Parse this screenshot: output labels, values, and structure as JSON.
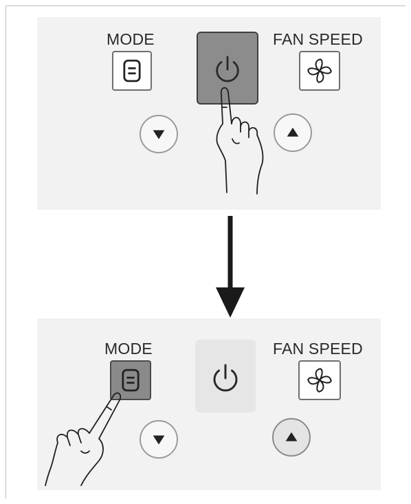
{
  "top_panel": {
    "mode_label": "MODE",
    "fan_speed_label": "FAN SPEED",
    "power_state": "pressed",
    "mode_state": "normal"
  },
  "arrow": {
    "direction": "down"
  },
  "bottom_panel": {
    "mode_label": "MODE",
    "fan_speed_label": "FAN SPEED",
    "power_state": "idle",
    "mode_state": "pressed"
  },
  "colors": {
    "panel_bg": "#f1f2f1",
    "pressed_button": "#8a8a8a",
    "line": "#222222"
  }
}
